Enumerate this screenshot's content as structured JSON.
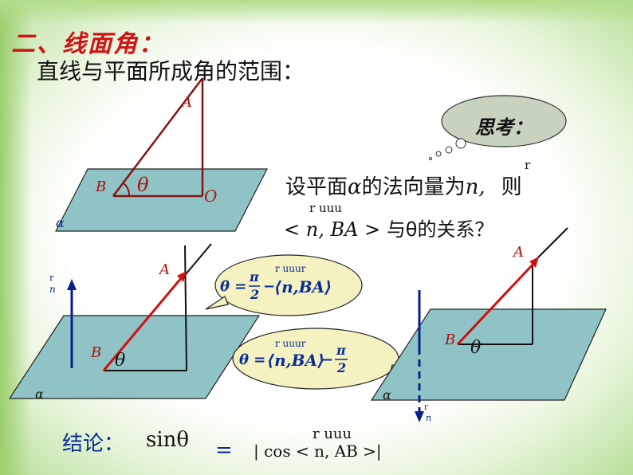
{
  "heading": "二、线面角：",
  "subtitle": "直线与平面所成角的范围：",
  "thinking_label": "思考：",
  "question": {
    "line1_prefix": "设平面",
    "line1_alpha": "α",
    "line1_mid": "的法向量为",
    "line1_n": "n,",
    "line1_suffix": "则",
    "vec_mark_n": "r",
    "line2_bracket": "< n, BA >",
    "line2_vec_mark": "r  uuu",
    "line2_suffix": "与θ的关系？"
  },
  "diagram_top": {
    "point_A": "A",
    "point_B": "B",
    "point_O": "O",
    "angle": "θ",
    "plane": "α"
  },
  "diagram_left": {
    "point_A": "A",
    "point_B": "B",
    "angle": "θ",
    "plane": "α",
    "normal_label": "n",
    "normal_mark": "r"
  },
  "diagram_right": {
    "point_A": "A",
    "point_B": "B",
    "angle": "θ",
    "plane": "α",
    "normal_label": "n",
    "normal_mark": "r"
  },
  "bubble1": {
    "lhs": "θ =",
    "frac_num": "π",
    "frac_den": "2",
    "minus": "−",
    "angle_expr": "⟨n,BA⟩",
    "vec_mark": "r uuur"
  },
  "bubble2": {
    "lhs": "θ =",
    "angle_expr": "⟨n,BA⟩",
    "minus": "−",
    "frac_num": "π",
    "frac_den": "2",
    "vec_mark": "r uuur"
  },
  "conclusion": {
    "label": "结论：",
    "sin": "sinθ",
    "equals": "=",
    "rhs": "| cos < n, AB >|",
    "vec_mark": "r  uuu"
  }
}
